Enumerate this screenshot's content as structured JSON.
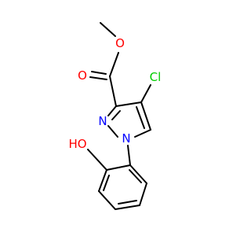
{
  "molecule": {
    "atoms": {
      "methyl_oxygen": "O",
      "carbonyl_oxygen": "O",
      "chlorine": "Cl",
      "pyrazole_n2": "N",
      "pyrazole_n1": "N",
      "hydroxyl": "HO"
    }
  },
  "colors": {
    "bond": "#000000",
    "oxygen": "#ff0000",
    "nitrogen": "#0000ff",
    "chlorine": "#00cc00"
  }
}
